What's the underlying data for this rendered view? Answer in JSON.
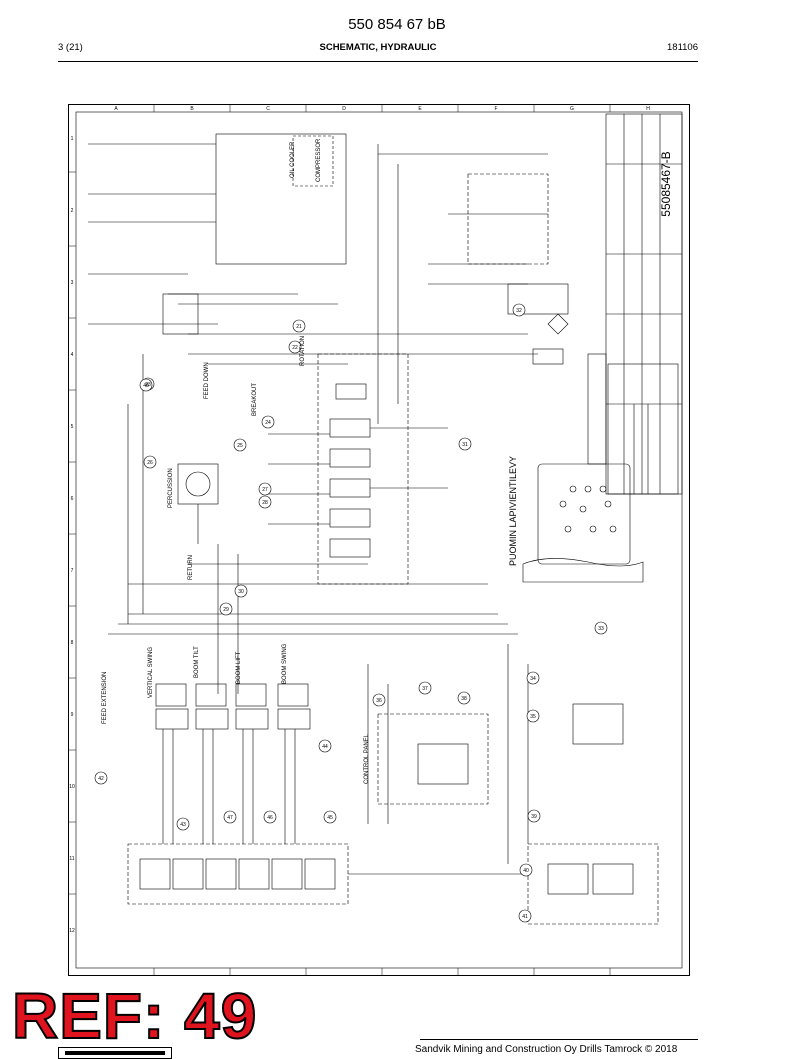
{
  "header": {
    "doc_number": "550 854 67 bB",
    "page": "3 (21)",
    "title": "SCHEMATIC, HYDRAULIC",
    "date": "181106"
  },
  "stamp": {
    "text": "REF: 49"
  },
  "footer": {
    "copyright": "Sandvik Mining and Construction Oy Drills Tamrock © 2018"
  },
  "schematic": {
    "labels": {
      "oil_cooler": "OIL COOLER",
      "compressor": "COMPRESSOR",
      "feed_down": "FEED DOWN",
      "breakout": "BREAKOUT",
      "percussion": "PERCUSSION",
      "rotation": "ROTATION",
      "return": "RETURN",
      "vertical_swing": "VERTICAL SWING",
      "boom_tilt": "BOOM TILT",
      "boom_lift": "BOOM LIFT",
      "boom_swing": "BOOM SWING",
      "feed_extension": "FEED EXTENSION",
      "control_panel": "CONTROL PANEL",
      "puomin_lapivientilevy": "PUOMIN LAPIVIENTILEVY",
      "drawing_number": "55085467-B"
    },
    "balloons": [
      "21",
      "22",
      "23",
      "24",
      "25",
      "26",
      "27",
      "28",
      "29",
      "30",
      "31",
      "32",
      "33",
      "34",
      "35",
      "36",
      "37",
      "38",
      "39",
      "40",
      "41",
      "42",
      "43",
      "44",
      "45",
      "46",
      "47",
      "48"
    ],
    "grid_numbers": [
      "1",
      "2",
      "3",
      "4",
      "5",
      "6",
      "7",
      "8",
      "9",
      "10",
      "11",
      "12"
    ],
    "grid_letters": [
      "A",
      "B",
      "C",
      "D",
      "E",
      "F",
      "G",
      "H"
    ]
  }
}
